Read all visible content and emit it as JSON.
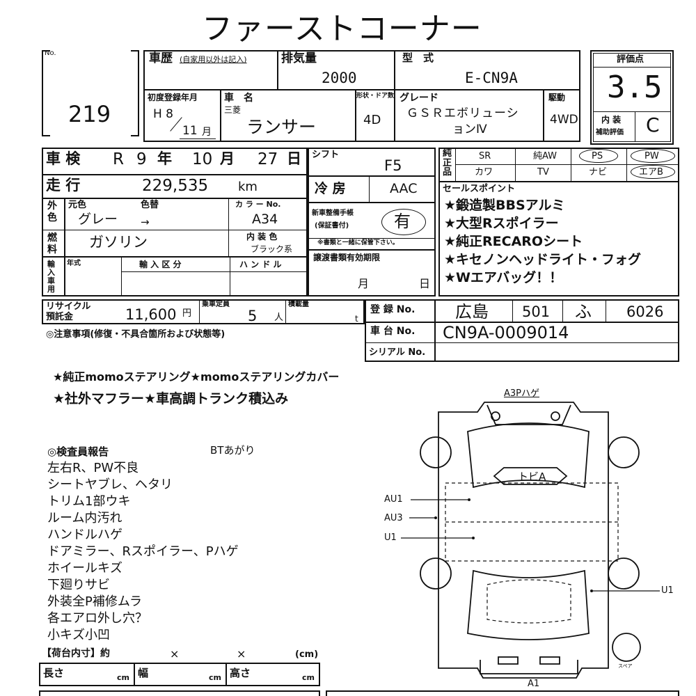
{
  "title": "ファーストコーナー",
  "no": {
    "label": "No.",
    "value": "219"
  },
  "history": {
    "label": "車歴",
    "note": "(自家用以外は記入)"
  },
  "displacement": {
    "label": "排気量",
    "value": "2000"
  },
  "model": {
    "label": "型　式",
    "value": "E-CN9A"
  },
  "score": {
    "label": "評価点",
    "value": "3.5",
    "interior_label_1": "内 装",
    "interior_label_2": "補助評価",
    "interior_value": "C"
  },
  "first_reg": {
    "label": "初度登録年月",
    "year": "H 8",
    "month": "11",
    "month_unit": "月"
  },
  "car_name": {
    "label": "車　名",
    "maker": "三菱",
    "value": "ランサー"
  },
  "doors": {
    "label": "形状・ドア数",
    "value": "4D"
  },
  "grade": {
    "label": "グレード",
    "line1": "ＧＳＲエボリューシ",
    "line2": "ョンⅣ"
  },
  "drive": {
    "label": "駆動",
    "value": "4WD"
  },
  "inspection": {
    "label": "車 検",
    "era": "R",
    "year": "9",
    "year_unit": "年",
    "month": "10",
    "month_unit": "月",
    "day": "27",
    "day_unit": "日"
  },
  "shift": {
    "label": "シフト",
    "value": "F5"
  },
  "equipment": {
    "label": "純正品",
    "items": [
      "SR",
      "純AW",
      "PS",
      "PW",
      "カワ",
      "TV",
      "ナビ",
      "エアB"
    ]
  },
  "mileage": {
    "label": "走 行",
    "value": "229,535",
    "unit": "km"
  },
  "aircon": {
    "label": "冷 房",
    "value": "AAC"
  },
  "color": {
    "outer_label": "外色",
    "orig_label": "元色",
    "change_label": "色替",
    "code_label": "カ ラ ー No.",
    "value": "グレー",
    "arrow": "→",
    "code": "A34",
    "inner_label": "内 装 色",
    "inner_value": "ブラック系"
  },
  "warranty": {
    "label1": "新車整備手帳",
    "label2": "(保証書付)",
    "value": "有",
    "note": "※書類と一緒に保管下さい。"
  },
  "fuel": {
    "label": "燃料",
    "value": "ガソリン"
  },
  "import": {
    "label": "輸入車用",
    "year_label": "年式",
    "class_label": "輸 入 区 分",
    "handle_label": "ハ ン ド ル"
  },
  "transfer": {
    "label": "譲渡書類有効期限",
    "month": "月",
    "day": "日"
  },
  "sales_points": {
    "label": "セールスポイント",
    "items": [
      "★鍛造製BBSアルミ",
      "★大型Rスポイラー",
      "★純正RECAROシート",
      "★キセノンヘッドライト・フォグ",
      "★Wエアバッグ！！"
    ]
  },
  "recycle": {
    "label1": "リサイクル",
    "label2": "預託金",
    "value": "11,600",
    "unit": "円"
  },
  "capacity": {
    "label": "乗車定員",
    "value": "5",
    "unit": "人"
  },
  "load": {
    "label": "積載量",
    "unit": "t"
  },
  "registration": {
    "label": "登 録 No.",
    "area": "広島",
    "class": "501",
    "kana": "ふ",
    "number": "6026"
  },
  "chassis": {
    "label": "車 台 No.",
    "value": "CN9A-0009014"
  },
  "serial": {
    "label": "シリアル No."
  },
  "notes_header": "◎注意事項(修復・不具合箇所および状態等)",
  "notes": [
    "★純正momoステアリング★momoステアリングカバー",
    "★社外マフラー★車高調トランク積込み"
  ],
  "inspector": {
    "header": "◎検査員報告",
    "side_note": "BTあがり",
    "items": [
      "左右R、PW不良",
      "シートヤブレ、ヘタリ",
      "トリム1部ウキ",
      "ルーム内汚れ",
      "ハンドルハゲ",
      "ドアミラー、Rスポイラー、Pハゲ",
      "ホイールキズ",
      "下廻りサビ",
      "外装全P補修ムラ",
      "各エアロ外し穴？",
      "小キズ小凹"
    ]
  },
  "cargo": {
    "label": "【荷台内寸】約",
    "x": "×",
    "unit": "(cm)",
    "length": "長さ",
    "width": "幅",
    "height": "高さ",
    "cm": "cm"
  },
  "diagram": {
    "top": "A3Pハゲ",
    "hood": "トビA",
    "l1": "AU1",
    "l2": "AU3",
    "l3": "U1",
    "r1": "U1",
    "bottom": "A1",
    "spare": "スペア"
  }
}
